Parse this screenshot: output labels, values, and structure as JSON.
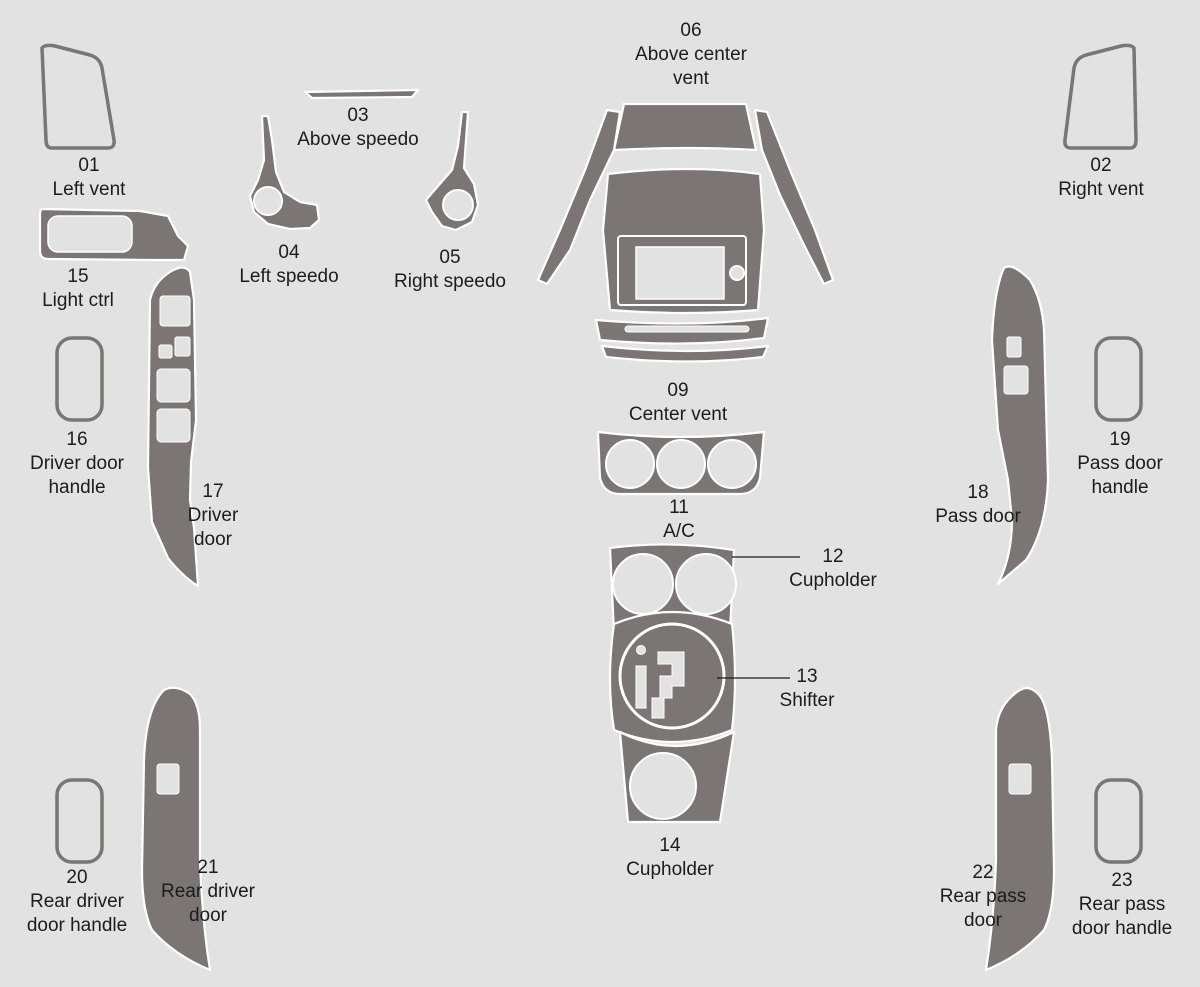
{
  "parts": [
    {
      "id": "p01",
      "num": "01",
      "lines": [
        "Left vent"
      ]
    },
    {
      "id": "p02",
      "num": "02",
      "lines": [
        "Right vent"
      ]
    },
    {
      "id": "p03",
      "num": "03",
      "lines": [
        "Above speedo"
      ]
    },
    {
      "id": "p04",
      "num": "04",
      "lines": [
        "Left speedo"
      ]
    },
    {
      "id": "p05",
      "num": "05",
      "lines": [
        "Right speedo"
      ]
    },
    {
      "id": "p06",
      "num": "06",
      "lines": [
        "Above center",
        "vent"
      ]
    },
    {
      "id": "p09",
      "num": "09",
      "lines": [
        "Center vent"
      ]
    },
    {
      "id": "p11",
      "num": "11",
      "lines": [
        "A/C"
      ]
    },
    {
      "id": "p12",
      "num": "12",
      "lines": [
        "Cupholder"
      ]
    },
    {
      "id": "p13",
      "num": "13",
      "lines": [
        "Shifter"
      ]
    },
    {
      "id": "p14",
      "num": "14",
      "lines": [
        "Cupholder"
      ]
    },
    {
      "id": "p15",
      "num": "15",
      "lines": [
        "Light ctrl"
      ]
    },
    {
      "id": "p16",
      "num": "16",
      "lines": [
        "Driver door",
        "handle"
      ]
    },
    {
      "id": "p17",
      "num": "17",
      "lines": [
        "Driver",
        "door"
      ]
    },
    {
      "id": "p18",
      "num": "18",
      "lines": [
        "Pass door"
      ]
    },
    {
      "id": "p19",
      "num": "19",
      "lines": [
        "Pass door",
        "handle"
      ]
    },
    {
      "id": "p20",
      "num": "20",
      "lines": [
        "Rear driver",
        "door handle"
      ]
    },
    {
      "id": "p21",
      "num": "21",
      "lines": [
        "Rear driver",
        "door"
      ]
    },
    {
      "id": "p22",
      "num": "22",
      "lines": [
        "Rear pass",
        "door"
      ]
    },
    {
      "id": "p23",
      "num": "23",
      "lines": [
        "Rear pass",
        "door handle"
      ]
    }
  ],
  "colors": {
    "background": "#e2e2e2",
    "piece": "#7b7574",
    "piece_edge": "#ffffff",
    "text": "#1c1c1c"
  }
}
